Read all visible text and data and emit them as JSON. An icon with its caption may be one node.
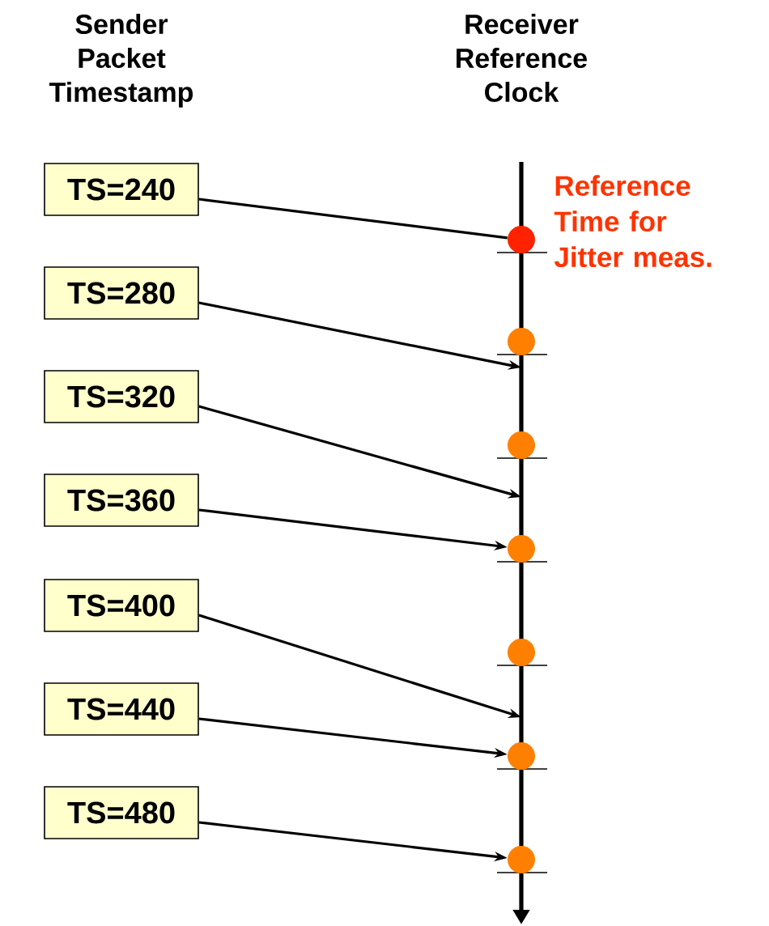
{
  "diagram": {
    "nodes": [
      {
        "text": [
          "TS=240"
        ]
      },
      {
        "text": [
          "TS=280"
        ]
      },
      {
        "text": [
          "TS=320"
        ]
      },
      {
        "text": [
          "TS=360"
        ]
      },
      {
        "text": [
          "TS=400"
        ]
      },
      {
        "text": [
          "TS=440"
        ]
      },
      {
        "text": [
          "TS=480"
        ]
      },
      {
        "text": [],
        "shape": "circle",
        "beside": [
          "Reference Time for Jitter meas."
        ]
      },
      {
        "text": [],
        "shape": "circle"
      },
      {
        "text": [],
        "shape": "circle"
      },
      {
        "text": [],
        "shape": "circle"
      },
      {
        "text": [],
        "shape": "circle"
      },
      {
        "text": [],
        "shape": "circle"
      },
      {
        "text": [],
        "shape": "circle"
      }
    ],
    "edges": [
      {
        "from": 0,
        "to": 7,
        "arrow": "none"
      },
      {
        "from": 1,
        "to": 8,
        "arrow": "to"
      },
      {
        "from": 2,
        "to": null,
        "arrow": "to"
      },
      {
        "from": 3,
        "to": 10,
        "arrow": "to"
      },
      {
        "from": 4,
        "to": null,
        "arrow": "to"
      },
      {
        "from": 5,
        "to": 12,
        "arrow": "to"
      },
      {
        "from": 6,
        "to": 13,
        "arrow": "to"
      }
    ],
    "labels": [
      "Sender Packet Timestamp",
      "Receiver Reference Clock"
    ]
  }
}
